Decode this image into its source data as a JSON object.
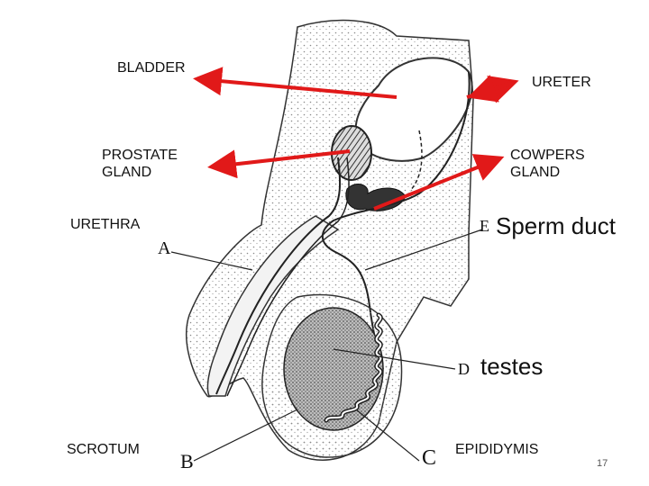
{
  "labels": {
    "bladder": "BLADDER",
    "ureter": "URETER",
    "prostate": "PROSTATE\nGLAND",
    "cowpers": "COWPERS\nGLAND",
    "urethra": "URETHRA",
    "sperm_duct": "Sperm duct",
    "testes": "testes",
    "scrotum": "SCROTUM",
    "epididymis": "EPIDIDYMIS"
  },
  "letters": {
    "a": "A",
    "b": "B",
    "c": "C",
    "d": "D",
    "e": "E"
  },
  "page_number": "17",
  "colors": {
    "arrow": "#e11919",
    "ink": "#222222",
    "stipple": "#9a9a9a",
    "testis": "#6e6e6e"
  }
}
